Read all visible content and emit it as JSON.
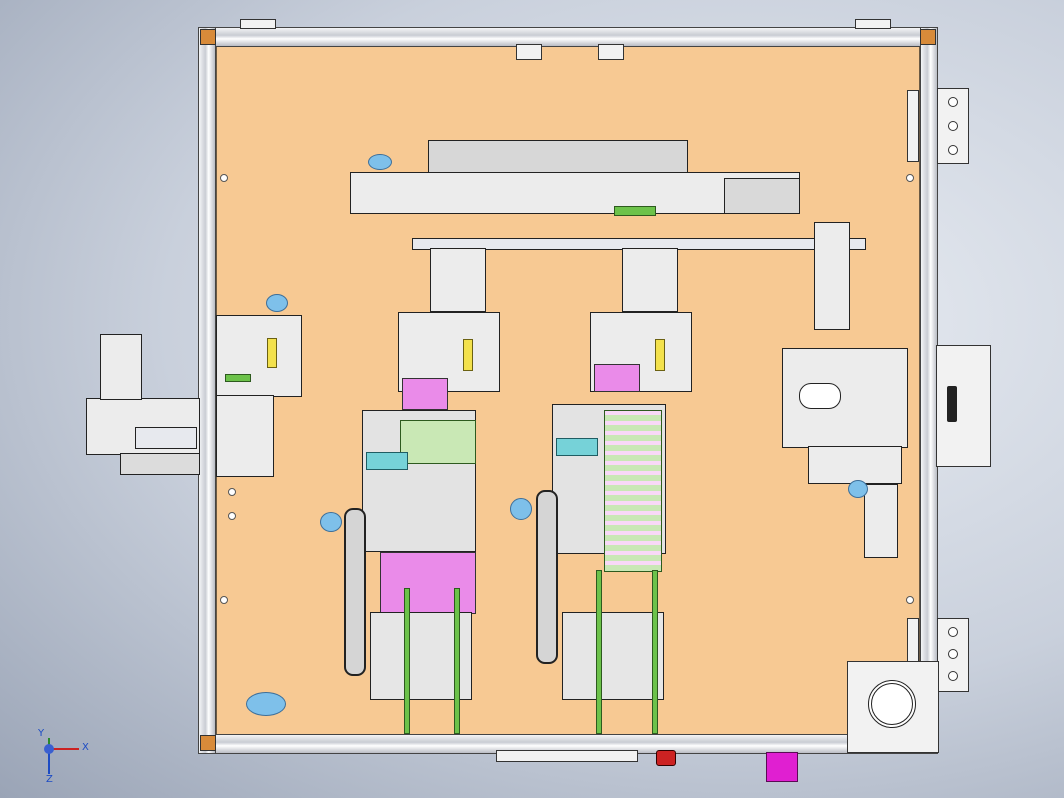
{
  "viewport": {
    "triad": {
      "x_label": "X",
      "y_label": "Y",
      "z_label": "Z"
    }
  },
  "colors": {
    "plate": "#f7c993",
    "frame": "#d5d8de",
    "hole_blue": "#7ec0ea",
    "pink_part": "#ea8be9",
    "green_part": "#c9e8b5",
    "connector": "#e01fd1"
  }
}
